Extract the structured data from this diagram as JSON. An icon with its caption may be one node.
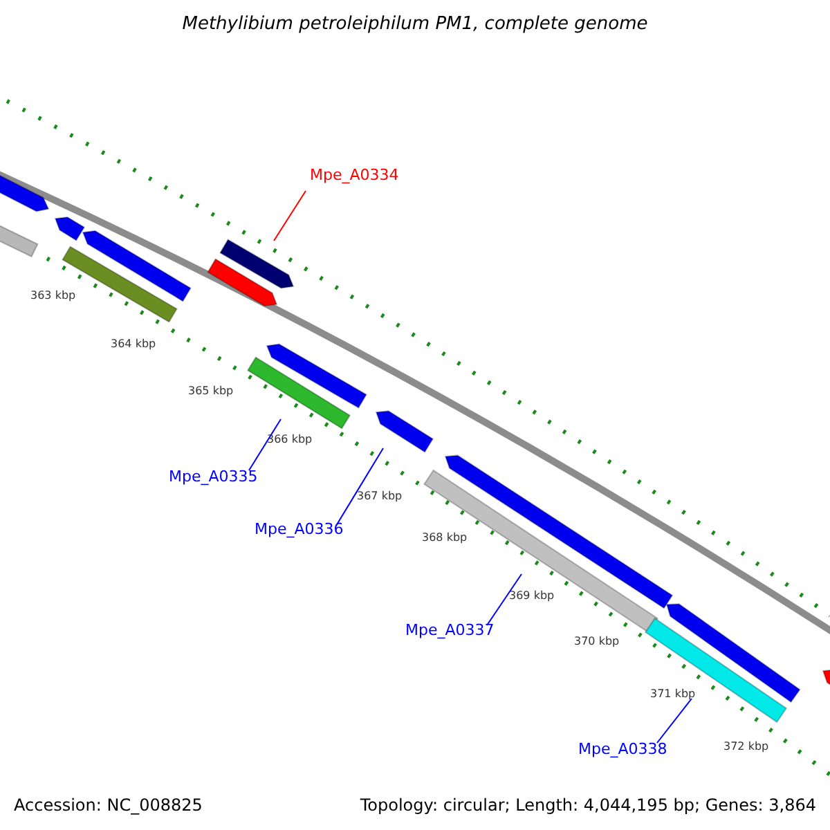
{
  "diagram": {
    "title": "Methylibium petroleiphilum PM1, complete genome",
    "nodes": [
      {
        "text": [],
        "shape": "bar"
      },
      {
        "text": [],
        "shape": "pentagon"
      },
      {
        "text": [],
        "shape": "pentagon"
      },
      {
        "text": [],
        "shape": "pentagon"
      },
      {
        "text": [],
        "shape": "bar"
      },
      {
        "text": [
          "Mpe_A0334"
        ]
      },
      {
        "text": [],
        "shape": "pentagon"
      },
      {
        "text": [],
        "shape": "pentagon"
      },
      {
        "text": [],
        "shape": "pentagon"
      },
      {
        "text": [],
        "shape": "bar"
      },
      {
        "text": [
          "Mpe_A0335"
        ]
      },
      {
        "text": [],
        "shape": "pentagon"
      },
      {
        "text": [
          "Mpe_A0336"
        ]
      },
      {
        "text": [],
        "shape": "pentagon"
      },
      {
        "text": [],
        "shape": "bar"
      },
      {
        "text": [
          "Mpe_A0337"
        ]
      },
      {
        "text": [],
        "shape": "bar"
      },
      {
        "text": [],
        "shape": "pentagon"
      },
      {
        "text": [
          "Mpe_A0338"
        ]
      },
      {
        "text": [],
        "shape": "pentagon"
      }
    ],
    "edges": [
      {
        "from": 5,
        "to": 6,
        "arrow": "none",
        "color": "#ff0000"
      },
      {
        "from": 10,
        "to": 9,
        "arrow": "none"
      },
      {
        "from": 12,
        "to": 11,
        "arrow": "none"
      },
      {
        "from": 15,
        "to": 14,
        "arrow": "none"
      },
      {
        "from": 18,
        "to": 16,
        "arrow": "none"
      }
    ],
    "labels": [
      "363 kbp",
      "364 kbp",
      "365 kbp",
      "366 kbp",
      "367 kbp",
      "368 kbp",
      "369 kbp",
      "370 kbp",
      "371 kbp",
      "372 kbp",
      "Accession: NC_008825",
      "Topology: circular; Length: 4,044,195 bp; Genes: 3,864"
    ]
  }
}
